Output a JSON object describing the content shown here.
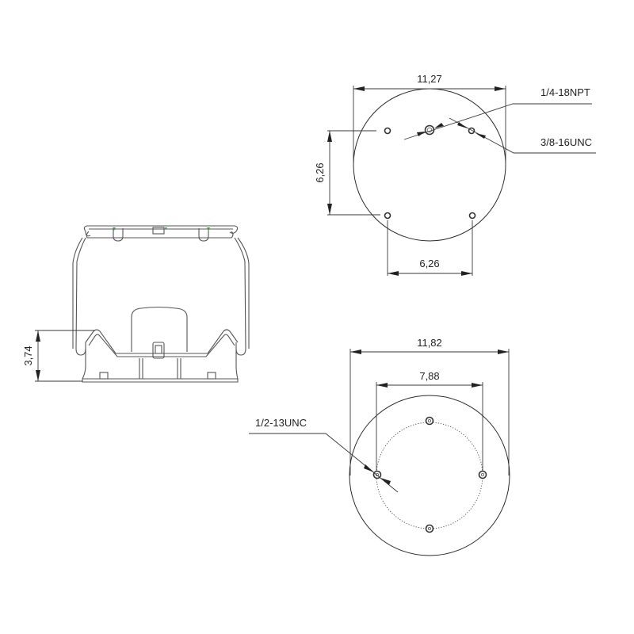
{
  "drawing": {
    "type": "technical-drawing",
    "subject": "air spring (air bellows) dimensional drawing",
    "colors": {
      "line": "#2b2b2b",
      "part": "#555555",
      "accent": "#3a9a3a",
      "background": "#ffffff"
    }
  },
  "top_view": {
    "outer_diameter": "11,27",
    "hole_spacing_vertical": "6,26",
    "hole_spacing_horizontal": "6,26",
    "callouts": [
      {
        "label": "1/4-18NPT",
        "target": "center air fitting"
      },
      {
        "label": "3/8-16UNC",
        "target": "mounting stud"
      }
    ]
  },
  "side_view": {
    "height_dimension": "3,74"
  },
  "bottom_view": {
    "outer_diameter": "11,82",
    "bolt_circle": "7,88",
    "callouts": [
      {
        "label": "1/2-13UNC",
        "target": "bolt hole"
      }
    ]
  }
}
